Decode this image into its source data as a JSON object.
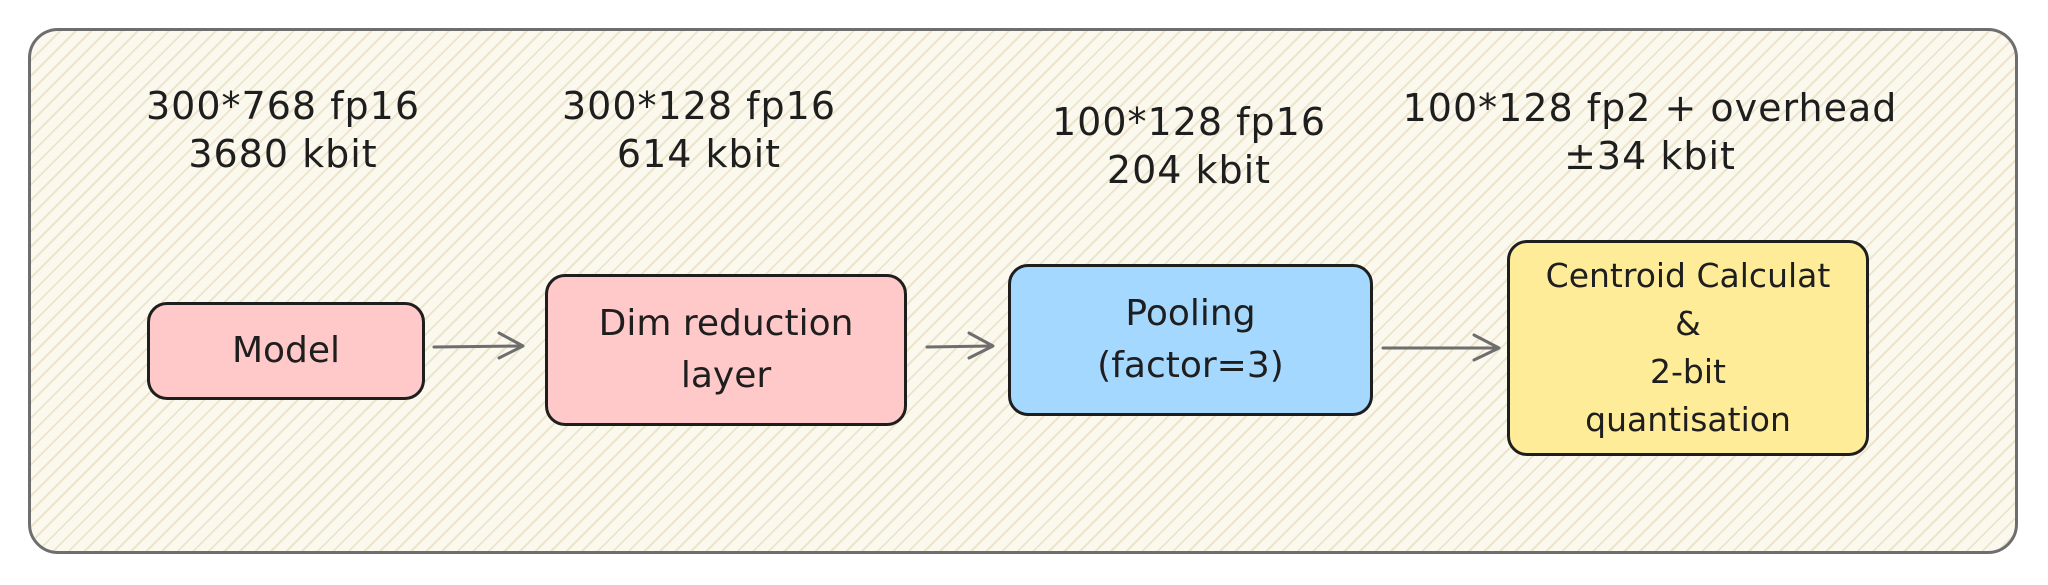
{
  "annotations": [
    {
      "line1": "300*768 fp16",
      "line2": "3680 kbit"
    },
    {
      "line1": "300*128 fp16",
      "line2": "614 kbit"
    },
    {
      "line1": "100*128 fp16",
      "line2": "204 kbit"
    },
    {
      "line1": "100*128 fp2 + overhead",
      "line2": "±34 kbit"
    }
  ],
  "nodes": [
    {
      "lines": [
        "Model"
      ],
      "fill": "#ffc9c9"
    },
    {
      "lines": [
        "Dim reduction",
        "layer"
      ],
      "fill": "#ffc9c9"
    },
    {
      "lines": [
        "Pooling",
        "(factor=3)"
      ],
      "fill": "#a5d8ff"
    },
    {
      "lines": [
        "Centroid Calculat",
        "&",
        "2-bit",
        "quantisation"
      ],
      "fill": "#ffec99"
    }
  ],
  "colors": {
    "stroke": "#1e1e1e",
    "arrow": "#6e6e6e",
    "background": "#fbf8ee"
  }
}
